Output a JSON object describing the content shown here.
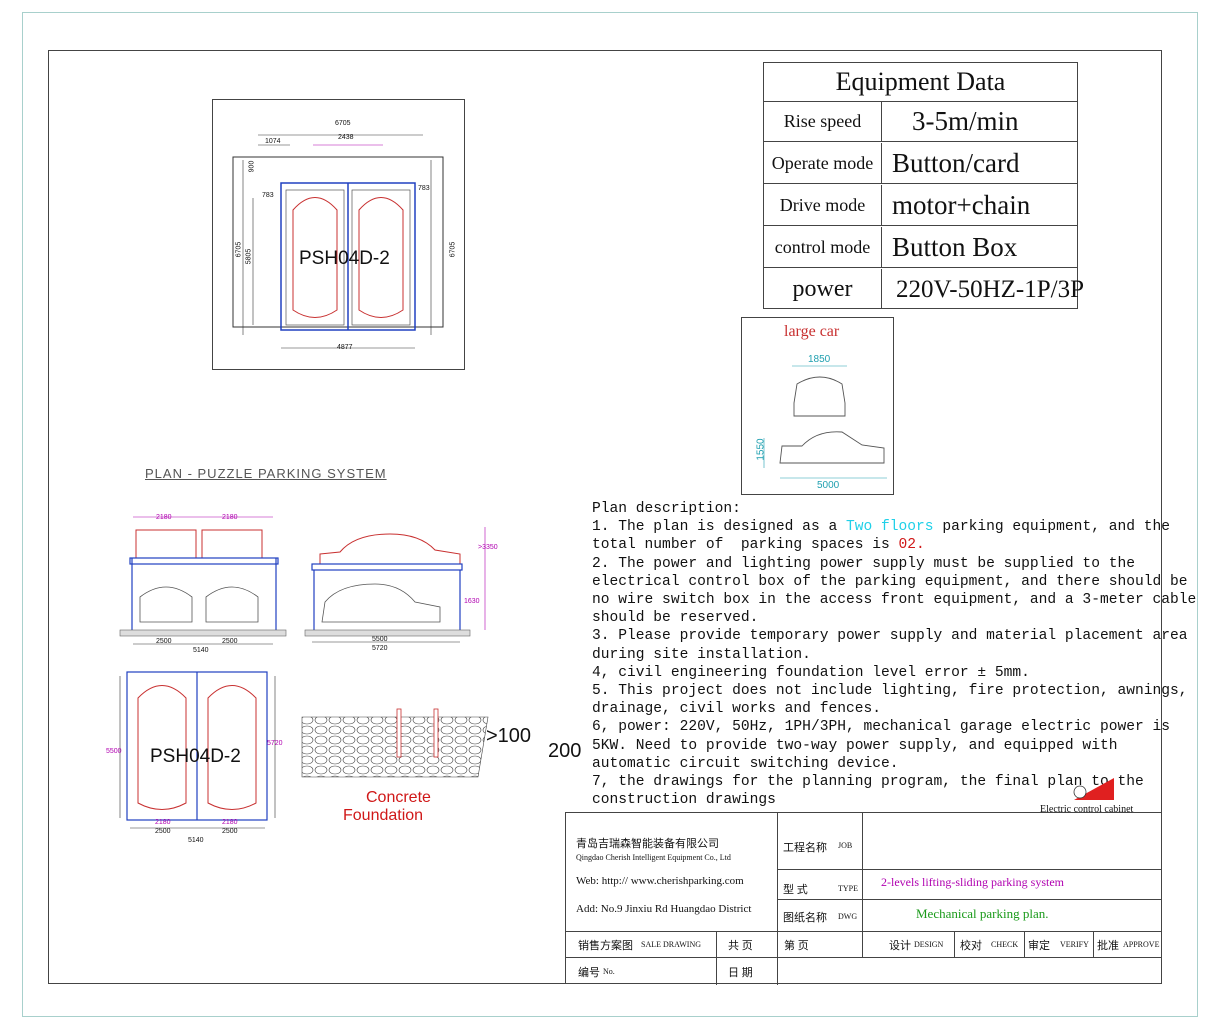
{
  "plan_view": {
    "label": "PSH04D-2",
    "dims": {
      "overall_width": "6705",
      "door": "1074",
      "span": "2438",
      "height_left": "6705",
      "inner_height": "5805",
      "top_offset": "900",
      "left_offset": "783",
      "right_offset": "783",
      "height_right": "6705",
      "bottom": "4877"
    }
  },
  "section_title": "PLAN - PUZZLE PARKING SYSTEM",
  "front_view": {
    "top_dims": [
      "2180",
      "2180"
    ],
    "bottom_dims": [
      "2500",
      "2500"
    ],
    "total": "5140"
  },
  "side_view": {
    "height_top": ">3350",
    "height_mid": "1630",
    "dim_5500": "5500",
    "dim_5720": "5720"
  },
  "top_view": {
    "label": "PSH04D-2",
    "left_height": "5500",
    "right_height": "5720",
    "top_dims": [
      "2180",
      "2180"
    ],
    "bottom_dims": [
      "2500",
      "2500"
    ],
    "total": "5140"
  },
  "foundation": {
    "depth_label": ">100",
    "thickness": "200",
    "title_line1": "Concrete",
    "title_line2": "Foundation"
  },
  "equipment": {
    "title": "Equipment Data",
    "rows": [
      {
        "label": "Rise speed",
        "value": "3-5m/min"
      },
      {
        "label": "Operate mode",
        "value": "Button/card"
      },
      {
        "label": "Drive mode",
        "value": "motor+chain"
      },
      {
        "label": "control mode",
        "value": "Button Box"
      },
      {
        "label": "power",
        "value": "220V-50HZ-1P/3P"
      }
    ]
  },
  "large_car": {
    "title": "large car",
    "width": "1850",
    "height": "1550",
    "length": "5000"
  },
  "plan_description": {
    "heading": "Plan description:",
    "l1a": "1. The plan is designed as a ",
    "l1b": "Two floors",
    "l1c": " parking equipment, and the",
    "l2a": "total number of  parking spaces is ",
    "l2b": "02.",
    "l3": "2. The power and lighting power supply must be supplied to the",
    "l4": "electrical control box of the parking equipment, and there should be",
    "l5": "no wire switch box in the access front equipment, and a 3-meter cable",
    "l6": "should be reserved.",
    "l7": "3. Please provide temporary power supply and material placement area",
    "l8": "during site installation.",
    "l9": "4, civil engineering foundation level error ± 5mm.",
    "l10": "5. This project does not include lighting, fire protection, awnings,",
    "l11": "drainage, civil works and fences.",
    "l12": "6, power: 220V, 50Hz, 1PH/3PH, mechanical garage electric power is",
    "l13": "5KW. Need to provide two-way power supply, and equipped with",
    "l14": "automatic circuit switching device.",
    "l15": "7, the drawings for the planning program, the final plan to the",
    "l16": "construction drawings"
  },
  "cabinet_label": "Electric control cabinet",
  "title_block": {
    "company_cn": "青岛吉瑞森智能装备有限公司",
    "company_en": "Qingdao Cherish Intelligent Equipment  Co., Ltd",
    "web": "Web: http:// www.cherishparking.com",
    "address": "Add: No.9 Jinxiu Rd Huangdao District",
    "project_cn": "工程名称",
    "project_en": "JOB",
    "type_cn": "型  式",
    "type_en": "TYPE",
    "type_value": "2-levels lifting-sliding parking system",
    "dwg_cn": "图纸名称",
    "dwg_en": "DWG",
    "dwg_value": "Mechanical parking plan.",
    "sale_cn": "销售方案图",
    "sale_en": "SALE DRAWING",
    "total_cn": "共  页",
    "page_cn": "第  页",
    "design_cn": "设计",
    "design_en": "DESIGN",
    "check_cn": "校对",
    "check_en": "CHECK",
    "verify_cn": "审定",
    "verify_en": "VERIFY",
    "approve_cn": "批准",
    "approve_en": "APPROVE",
    "no_cn": "编号",
    "no_en": "No.",
    "date_cn": "日  期"
  },
  "colors": {
    "car": "#c83030",
    "frame": "#2040c0",
    "dim": "#b000b0",
    "foundation_title": "#d01818"
  }
}
